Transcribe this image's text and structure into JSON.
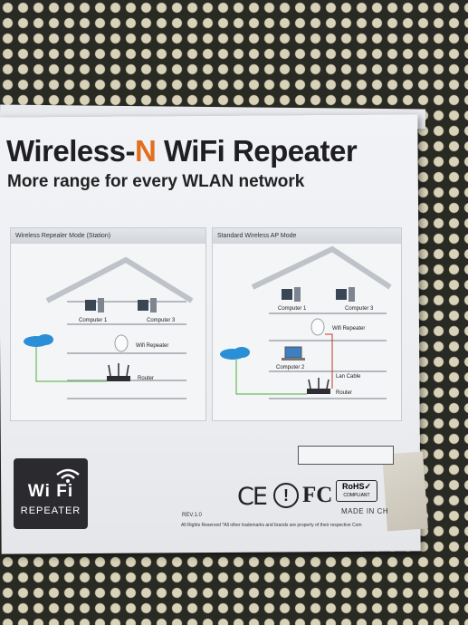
{
  "package": {
    "title_prefix": "Wireless-",
    "title_accent": "N",
    "title_suffix": " WiFi Repeater",
    "subtitle": "More range for every WLAN network",
    "accent_color": "#e36f1e"
  },
  "diagram_left": {
    "header": "Wireless Repealer Mode (Station)",
    "labels": {
      "computer1": "Computer 1",
      "computer3": "Computer 3",
      "repeater": "Wifi Repeater",
      "router": "Router"
    }
  },
  "diagram_right": {
    "header": "Standard Wireless AP Mode",
    "labels": {
      "computer1": "Computer 1",
      "computer3": "Computer 3",
      "repeater": "Wifi Repeater",
      "computer2": "Computer 2",
      "lan_cable": "Lan Cable",
      "router": "Router"
    }
  },
  "logo": {
    "line1": "Wi Fi",
    "line2": "REPEATER"
  },
  "certifications": {
    "ce": "CE",
    "warning": "!",
    "fcc": "FC",
    "rohs": "RoHS✓",
    "rohs_sub": "COMPLIANT"
  },
  "footer": {
    "rev": "REV.1.0",
    "made_in": "MADE IN CH",
    "rights": "All Rights Reserved *All other trademarks and brands are property of their respective Com"
  }
}
